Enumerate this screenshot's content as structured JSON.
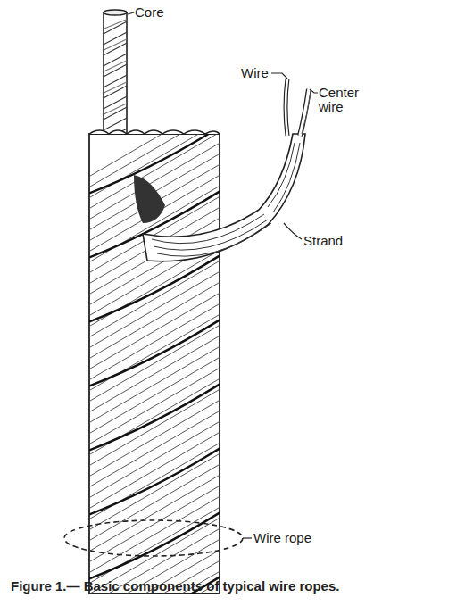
{
  "diagram": {
    "caption": "Figure 1.— Basic components of typical wire ropes.",
    "labels": [
      "Core",
      "Wire",
      "Center wire",
      "Strand",
      "Wire rope"
    ]
  }
}
